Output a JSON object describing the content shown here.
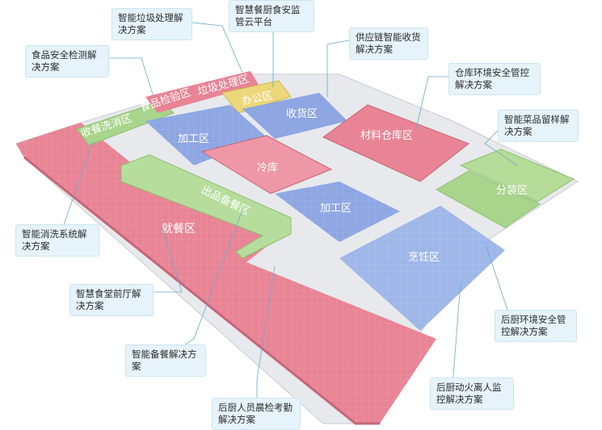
{
  "zones": {
    "recycle_wash": "收餐洗消区",
    "food_inspection": "食品检验区",
    "garbage": "垃圾处理区",
    "office": "办公区",
    "receiving": "收货区",
    "processing_top": "加工区",
    "material_warehouse": "材料仓库区",
    "cold_storage": "冷库",
    "processing_mid": "加工区",
    "serving_prep": "出品备餐区",
    "dining": "就餐区",
    "packing": "分装区",
    "cooking": "烹饪区"
  },
  "callouts": {
    "smart_garbage": "智能垃圾处理解决方案",
    "cloud_platform": "智慧餐厨食安监管云平台",
    "supply_chain": "供应链智能收货解决方案",
    "food_safety_test": "食品安全检测解决方案",
    "warehouse_env": "仓库环境安全管控解决方案",
    "sample_keep": "智能菜品留样解决方案",
    "cleaning_system": "智能消洗系统解决方案",
    "front_hall": "智慧食堂前厅解决方案",
    "kitchen_env": "后厨环境安全管控解决方案",
    "meal_prep": "智能备餐解决方案",
    "fire_monitor": "后厨动火离人监控解决方案",
    "staff_check": "后厨人员晨检考勤解决方案"
  },
  "colors": {
    "pink_zone": "#e87e8d",
    "blue_zone": "#8fa6e0",
    "green_zone": "#a7d18a",
    "yellow_zone": "#e8d36f",
    "callout_bg": "#e6f3fb",
    "leader": "#6aa8cf"
  }
}
